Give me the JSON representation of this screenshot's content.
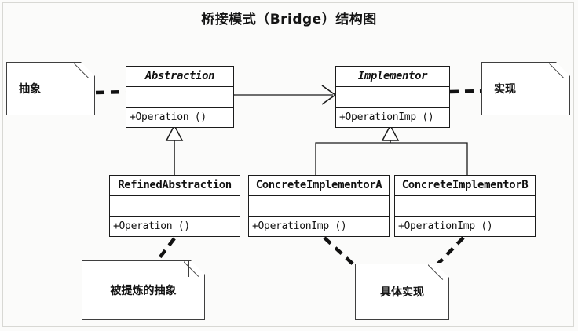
{
  "diagram": {
    "title": "桥接模式（Bridge）结构图",
    "type": "uml-class-diagram",
    "pattern": "Bridge",
    "background_color": "#fbfbfa",
    "line_color": "#1b1b1b",
    "classes": [
      {
        "id": "abstraction",
        "name": "Abstraction",
        "abstract": true,
        "attributes": [],
        "operations": [
          "+Operation ()"
        ]
      },
      {
        "id": "implementor",
        "name": "Implementor",
        "abstract": true,
        "attributes": [],
        "operations": [
          "+OperationImp ()"
        ]
      },
      {
        "id": "refined-abstraction",
        "name": "RefinedAbstraction",
        "abstract": false,
        "attributes": [],
        "operations": [
          "+Operation ()"
        ]
      },
      {
        "id": "concrete-implementor-a",
        "name": "ConcreteImplementorA",
        "abstract": false,
        "attributes": [],
        "operations": [
          "+OperationImp ()"
        ]
      },
      {
        "id": "concrete-implementor-b",
        "name": "ConcreteImplementorB",
        "abstract": false,
        "attributes": [],
        "operations": [
          "+OperationImp ()"
        ]
      }
    ],
    "notes": [
      {
        "id": "note-abstraction",
        "text": "抽象",
        "attached_to": "abstraction"
      },
      {
        "id": "note-implementation",
        "text": "实现",
        "attached_to": "implementor"
      },
      {
        "id": "note-refined-abstraction",
        "text": "被提炼的抽象",
        "attached_to": "refined-abstraction"
      },
      {
        "id": "note-concrete-implementation",
        "text": "具体实现",
        "attached_to": "concrete-implementor-a,concrete-implementor-b"
      }
    ],
    "relationships": [
      {
        "id": "rel-aggregation",
        "kind": "aggregation",
        "from": "abstraction",
        "to": "implementor",
        "notation": "hollow-diamond-with-open-arrow"
      },
      {
        "id": "rel-gen-refined",
        "kind": "generalization",
        "from": "refined-abstraction",
        "to": "abstraction",
        "notation": "hollow-triangle"
      },
      {
        "id": "rel-gen-impl-a",
        "kind": "generalization",
        "from": "concrete-implementor-a",
        "to": "implementor",
        "notation": "hollow-triangle"
      },
      {
        "id": "rel-gen-impl-b",
        "kind": "generalization",
        "from": "concrete-implementor-b",
        "to": "implementor",
        "notation": "hollow-triangle"
      },
      {
        "id": "rel-note-abstraction",
        "kind": "note-anchor",
        "from": "note-abstraction",
        "to": "abstraction",
        "notation": "dashed"
      },
      {
        "id": "rel-note-implementation",
        "kind": "note-anchor",
        "from": "note-implementation",
        "to": "implementor",
        "notation": "dashed"
      },
      {
        "id": "rel-note-refined",
        "kind": "note-anchor",
        "from": "note-refined-abstraction",
        "to": "refined-abstraction",
        "notation": "dashed"
      },
      {
        "id": "rel-note-concrete-a",
        "kind": "note-anchor",
        "from": "note-concrete-implementation",
        "to": "concrete-implementor-a",
        "notation": "dashed"
      },
      {
        "id": "rel-note-concrete-b",
        "kind": "note-anchor",
        "from": "note-concrete-implementation",
        "to": "concrete-implementor-b",
        "notation": "dashed"
      }
    ]
  }
}
